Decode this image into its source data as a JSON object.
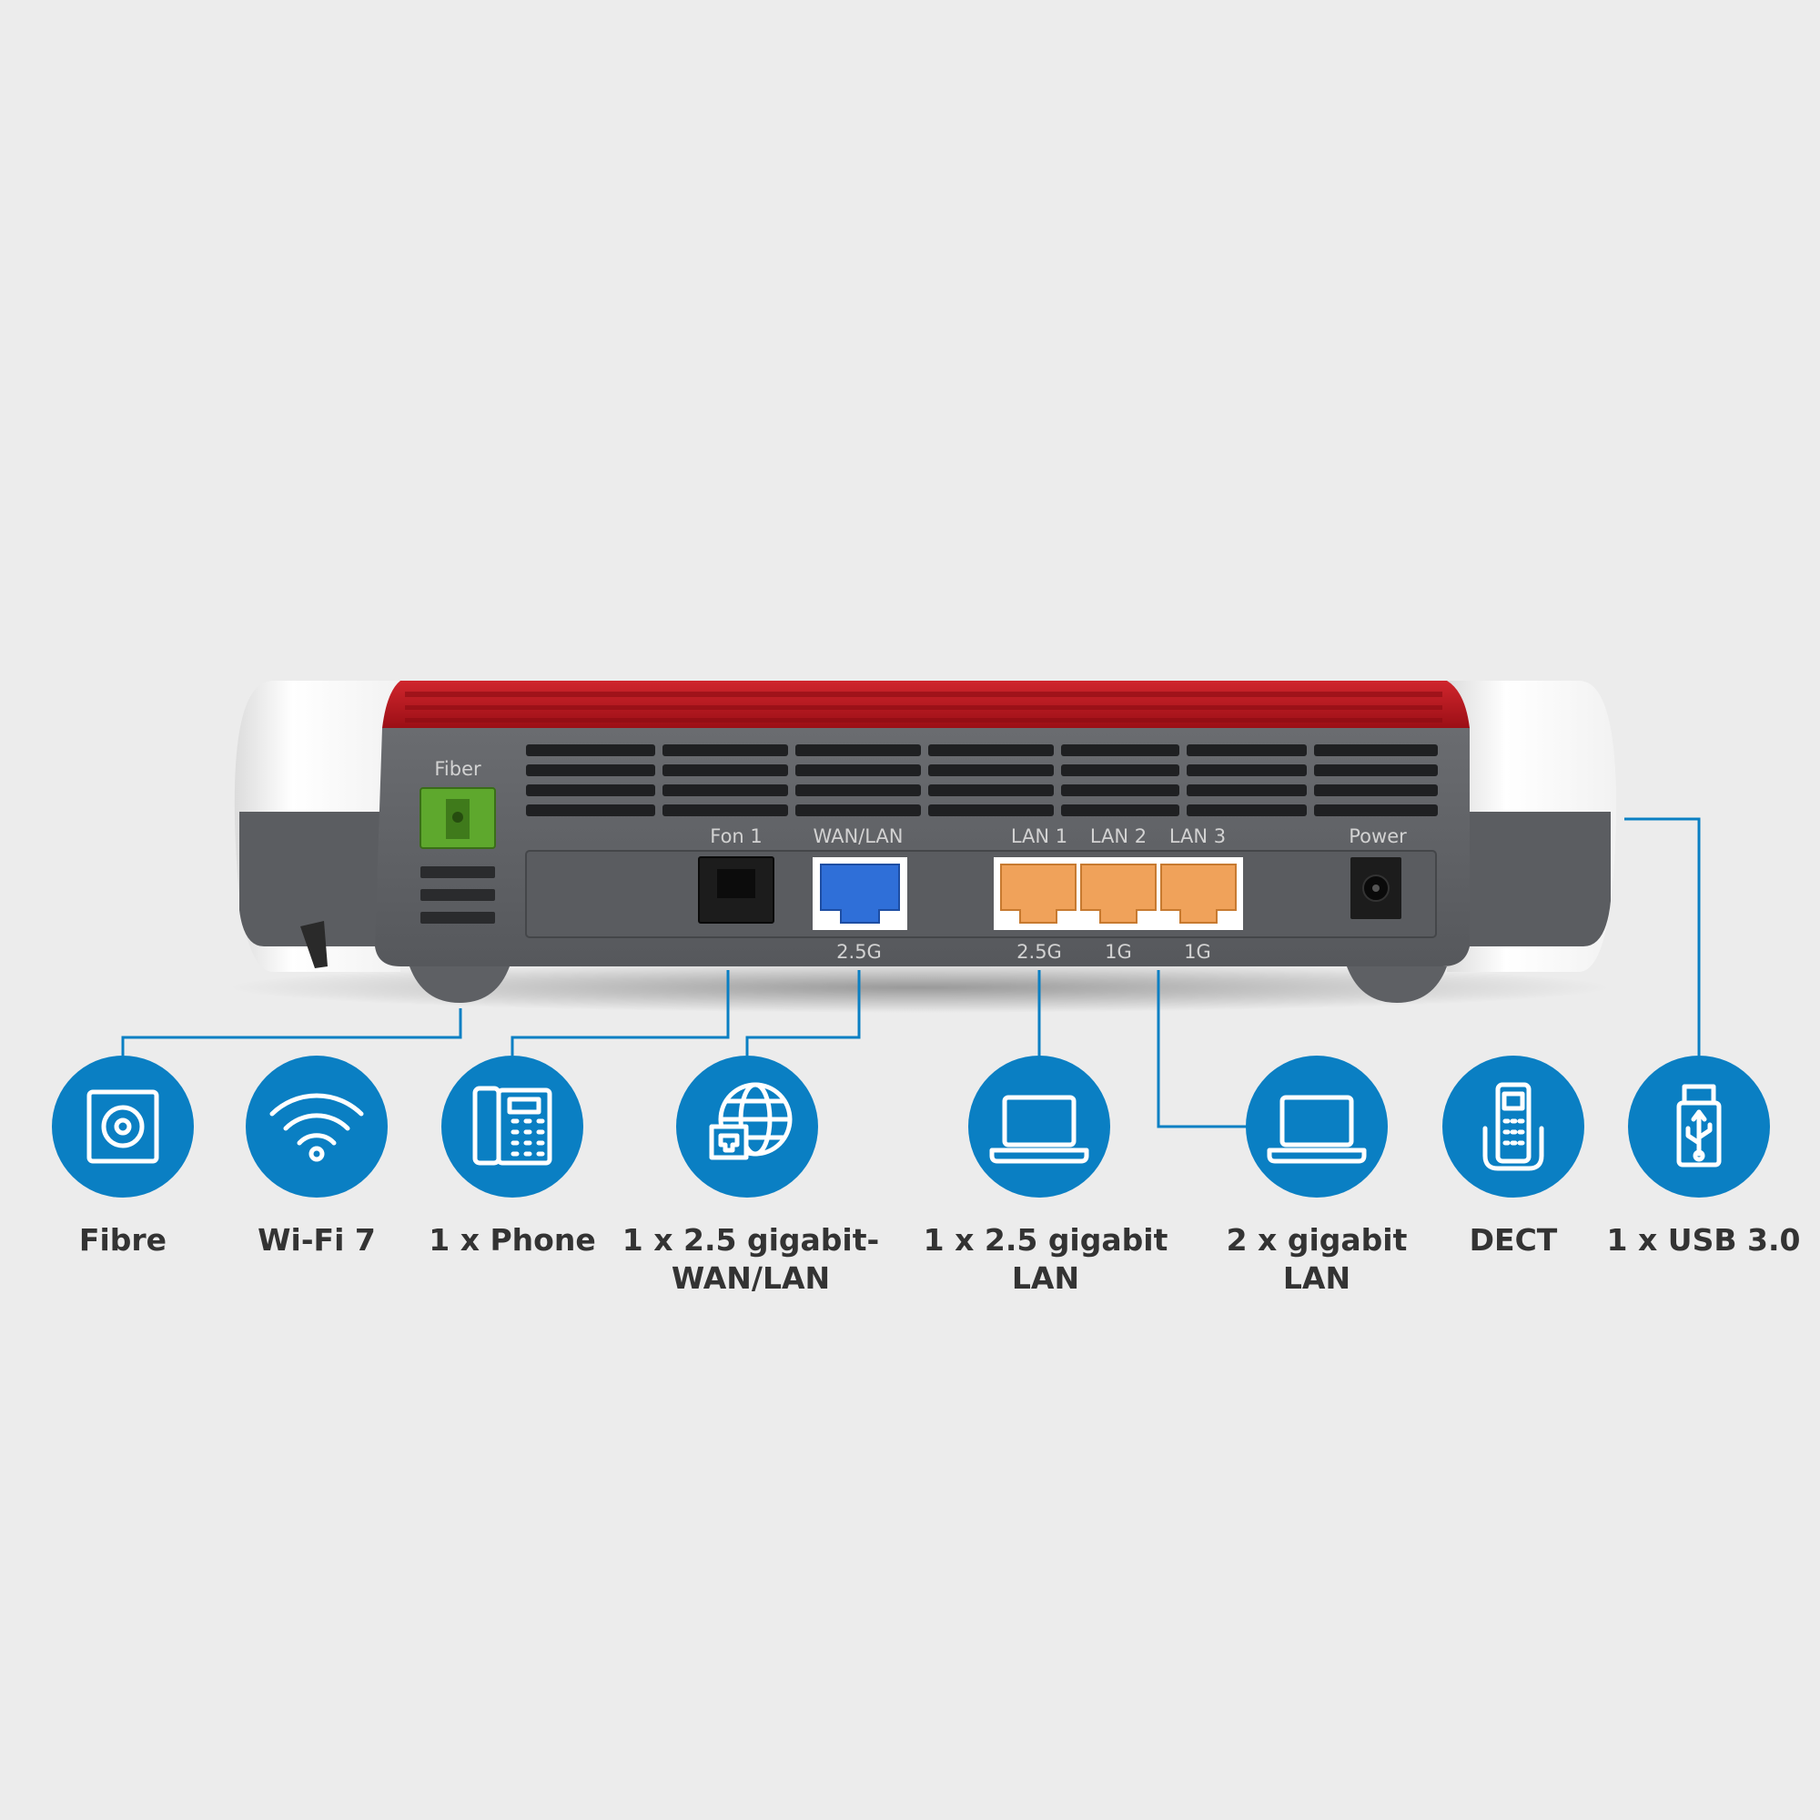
{
  "router": {
    "port_labels": {
      "fiber": "Fiber",
      "fon1": "Fon 1",
      "wan_lan": "WAN/LAN",
      "lan1": "LAN 1",
      "lan2": "LAN 2",
      "lan3": "LAN 3",
      "power": "Power"
    },
    "speed_labels": {
      "wan_lan": "2.5G",
      "lan1": "2.5G",
      "lan2": "1G",
      "lan3": "1G"
    }
  },
  "features": [
    {
      "icon": "fibre-icon",
      "line1": "Fibre",
      "line2": ""
    },
    {
      "icon": "wifi-icon",
      "line1": "Wi-Fi 7",
      "line2": ""
    },
    {
      "icon": "phone-icon",
      "line1": "1 x Phone",
      "line2": ""
    },
    {
      "icon": "globe-network-icon",
      "line1": "1 x 2.5 gigabit-",
      "line2": "WAN/LAN"
    },
    {
      "icon": "laptop-icon",
      "line1": "1 x 2.5 gigabit",
      "line2": "LAN"
    },
    {
      "icon": "laptop-icon",
      "line1": "2 x gigabit",
      "line2": "LAN"
    },
    {
      "icon": "dect-handset-icon",
      "line1": "DECT",
      "line2": ""
    },
    {
      "icon": "usb-stick-icon",
      "line1": "1 x USB 3.0",
      "line2": ""
    }
  ],
  "colors": {
    "accent_blue": "#0a7fc3",
    "router_red": "#b8141c",
    "fiber_green": "#6ab32e",
    "wan_blue": "#2f6fd8",
    "lan_orange": "#f0a25a"
  }
}
